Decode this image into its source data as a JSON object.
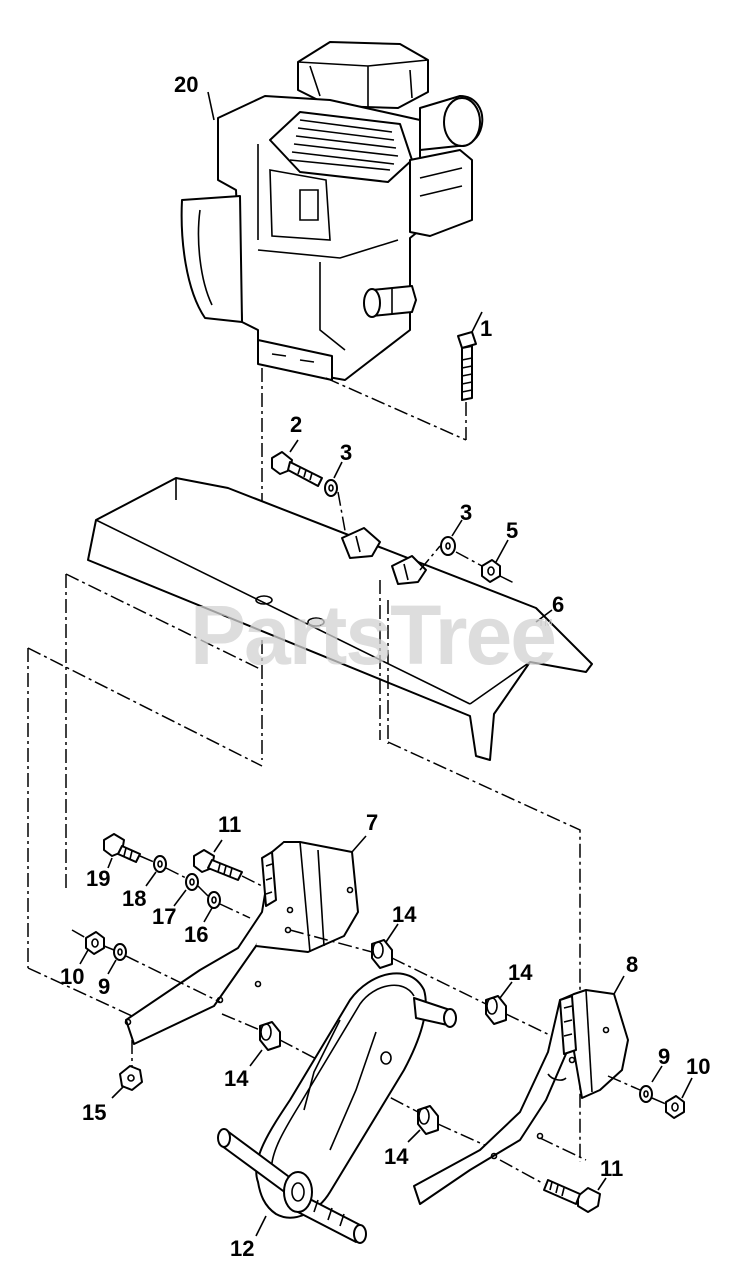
{
  "watermark": {
    "text": "PartsTree",
    "trademark": "TM"
  },
  "callouts": [
    {
      "id": "c20",
      "label": "20",
      "part": "engine"
    },
    {
      "id": "c1",
      "label": "1",
      "part": "bolt"
    },
    {
      "id": "c2",
      "label": "2",
      "part": "bolt"
    },
    {
      "id": "c3a",
      "label": "3",
      "part": "washer"
    },
    {
      "id": "c3b",
      "label": "3",
      "part": "washer"
    },
    {
      "id": "c5",
      "label": "5",
      "part": "nut"
    },
    {
      "id": "c6",
      "label": "6",
      "part": "tine-shield"
    },
    {
      "id": "c7",
      "label": "7",
      "part": "left-side-plate"
    },
    {
      "id": "c11a",
      "label": "11",
      "part": "bolt"
    },
    {
      "id": "c19",
      "label": "19",
      "part": "bolt"
    },
    {
      "id": "c18",
      "label": "18",
      "part": "washer"
    },
    {
      "id": "c17",
      "label": "17",
      "part": "washer"
    },
    {
      "id": "c16",
      "label": "16",
      "part": "washer"
    },
    {
      "id": "c14a",
      "label": "14",
      "part": "spacer"
    },
    {
      "id": "c14b",
      "label": "14",
      "part": "spacer"
    },
    {
      "id": "c14c",
      "label": "14",
      "part": "spacer"
    },
    {
      "id": "c14d",
      "label": "14",
      "part": "spacer"
    },
    {
      "id": "c8",
      "label": "8",
      "part": "right-side-plate"
    },
    {
      "id": "c10a",
      "label": "10",
      "part": "nut"
    },
    {
      "id": "c9a",
      "label": "9",
      "part": "washer"
    },
    {
      "id": "c9b",
      "label": "9",
      "part": "washer"
    },
    {
      "id": "c10b",
      "label": "10",
      "part": "nut"
    },
    {
      "id": "c15",
      "label": "15",
      "part": "nut"
    },
    {
      "id": "c11b",
      "label": "11",
      "part": "bolt"
    },
    {
      "id": "c12",
      "label": "12",
      "part": "transmission"
    }
  ]
}
